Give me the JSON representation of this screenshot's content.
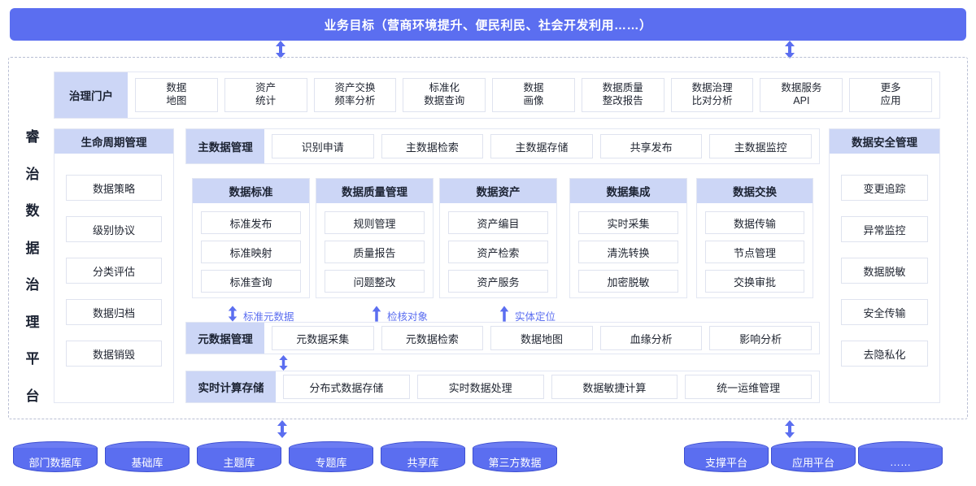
{
  "banner": {
    "title": "业务目标（营商环境提升、便民利民、社会开发利用……）"
  },
  "platform": {
    "vertical_title": "睿治数据治理平台"
  },
  "portal": {
    "label": "治理门户",
    "items": [
      "数据\n地图",
      "资产\n统计",
      "资产交换\n频率分析",
      "标准化\n数据查询",
      "数据\n画像",
      "数据质量\n整改报告",
      "数据治理\n比对分析",
      "数据服务\nAPI",
      "更多\n应用"
    ]
  },
  "lifecycle": {
    "title": "生命周期管理",
    "items": [
      "数据策略",
      "级别协议",
      "分类评估",
      "数据归档",
      "数据销毁"
    ]
  },
  "security": {
    "title": "数据安全管理",
    "items": [
      "变更追踪",
      "异常监控",
      "数据脱敏",
      "安全传输",
      "去隐私化"
    ]
  },
  "masterdata": {
    "label": "主数据管理",
    "items": [
      "识别申请",
      "主数据检索",
      "主数据存储",
      "共享发布",
      "主数据监控"
    ]
  },
  "columns": [
    {
      "title": "数据标准",
      "items": [
        "标准发布",
        "标准映射",
        "标准查询"
      ]
    },
    {
      "title": "数据质量管理",
      "items": [
        "规则管理",
        "质量报告",
        "问题整改"
      ]
    },
    {
      "title": "数据资产",
      "items": [
        "资产编目",
        "资产检索",
        "资产服务"
      ]
    },
    {
      "title": "数据集成",
      "items": [
        "实时采集",
        "清洗转换",
        "加密脱敏"
      ]
    },
    {
      "title": "数据交换",
      "items": [
        "数据传输",
        "节点管理",
        "交换审批"
      ]
    }
  ],
  "arrow_labels": {
    "standard_metadata": "标准元数据",
    "check_object": "检核对象",
    "entity_locate": "实体定位"
  },
  "metadata": {
    "label": "元数据管理",
    "items": [
      "元数据采集",
      "元数据检索",
      "数据地图",
      "血缘分析",
      "影响分析"
    ]
  },
  "realtime": {
    "label": "实时计算存储",
    "items": [
      "分布式数据存储",
      "实时数据处理",
      "数据敏捷计算",
      "统一运维管理"
    ]
  },
  "sources_left": [
    "部门数据库",
    "基础库",
    "主题库",
    "专题库",
    "共享库",
    "第三方数据"
  ],
  "sources_right": [
    "支撑平台",
    "应用平台",
    "……"
  ],
  "colors": {
    "accent": "#5b6ef0",
    "head_fill": "#ccd6f6",
    "cell_border": "#dfe3ef",
    "frame_border": "#b9bfd4"
  }
}
